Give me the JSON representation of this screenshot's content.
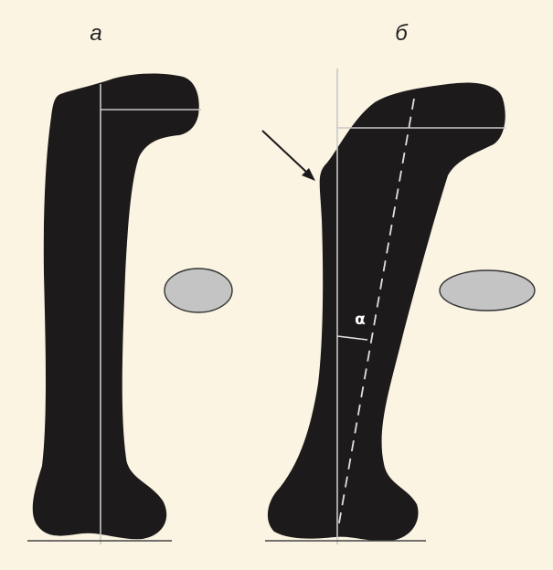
{
  "panels": [
    {
      "label": "а"
    },
    {
      "label": "б"
    }
  ],
  "annotations": {
    "angle_symbol": "α"
  },
  "colors": {
    "background": "#fbf4e2",
    "bone": "#1c1a1a",
    "axis_line": "#c8c8c8",
    "cross_section_fill": "#c4c4c4",
    "cross_section_stroke": "#333333",
    "arrow": "#1a1a1a",
    "ground_line": "#444444"
  },
  "icons": {
    "pointer": "arrow-icon"
  }
}
